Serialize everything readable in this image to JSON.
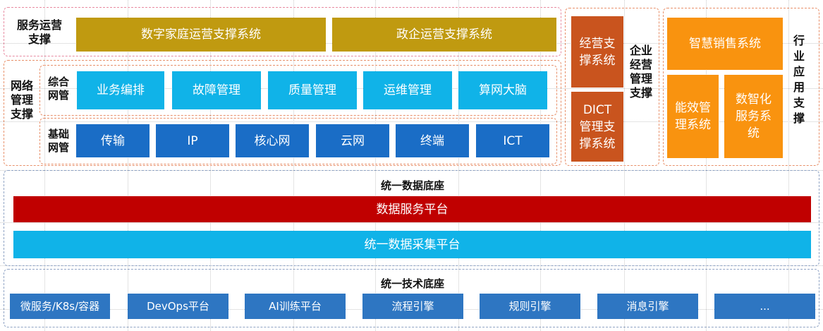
{
  "service_ops": {
    "label": "服务运营\n支撑",
    "items": [
      "数字家庭运营支撑系统",
      "政企运营支撑系统"
    ]
  },
  "network_mgmt": {
    "label": "网络\n管理\n支撑",
    "integrated": {
      "label": "综合\n网管",
      "items": [
        "业务编排",
        "故障管理",
        "质量管理",
        "运维管理",
        "算网大脑"
      ]
    },
    "basic": {
      "label": "基础\n网管",
      "items": [
        "传输",
        "IP",
        "核心网",
        "云网",
        "终端",
        "ICT"
      ]
    }
  },
  "enterprise_mgmt": {
    "label": "企业\n经营\n管理\n支撑",
    "items": [
      "经营支\n撑系统",
      "DICT\n管理支\n撑系统"
    ]
  },
  "industry_app": {
    "label": "行\n业\n应\n用\n支\n撑",
    "items": [
      "智慧销售系统",
      "能效管\n理系统",
      "数智化\n服务系\n统"
    ]
  },
  "data_base": {
    "title": "统一数据底座",
    "items": [
      "数据服务平台",
      "统一数据采集平台"
    ]
  },
  "tech_base": {
    "title": "统一技术底座",
    "items": [
      "微服务/K8s/容器",
      "DevOps平台",
      "AI训练平台",
      "流程引擎",
      "规则引擎",
      "消息引擎",
      "..."
    ]
  },
  "colors": {
    "gold": "#c09a10",
    "cyan": "#10b3e8",
    "navy": "#1a6dc6",
    "rust": "#c9541e",
    "orange": "#f9930f",
    "crimson": "#c00000",
    "steel": "#2e76c2",
    "frame_orange": "#e8906a",
    "frame_red": "#e88ba1",
    "frame_gray": "#8fa3c4"
  }
}
